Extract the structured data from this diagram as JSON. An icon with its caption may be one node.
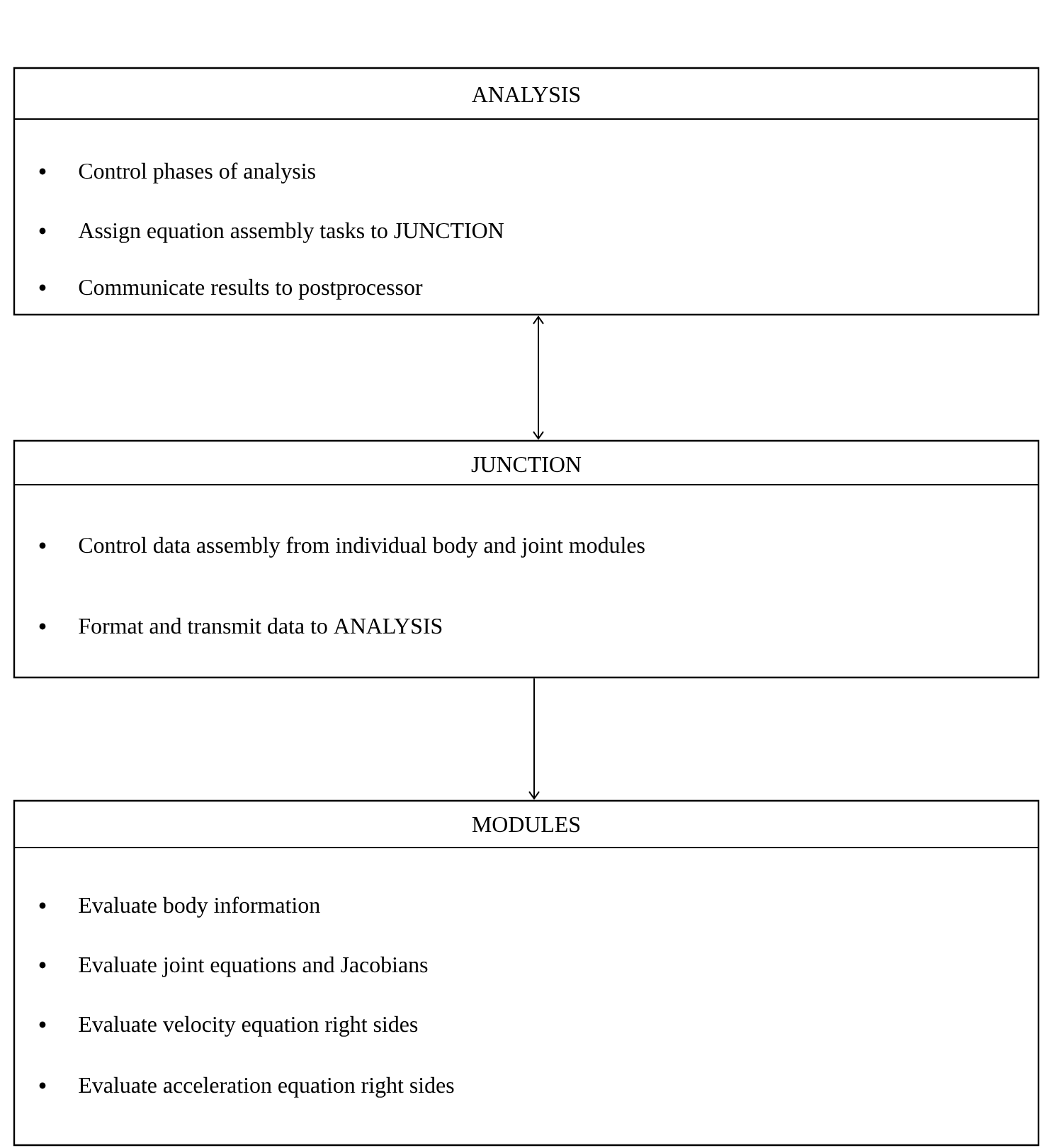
{
  "diagram": {
    "nodes": [
      {
        "text": [
          "ANALYSIS",
          "Control phases of analysis",
          "Assign equation assembly tasks to JUNCTION",
          "Communicate results to postprocessor"
        ]
      },
      {
        "text": [
          "JUNCTION",
          "Control data assembly from individual body and joint modules",
          "Format and transmit data to ANALYSIS"
        ]
      },
      {
        "text": [
          "MODULES",
          "Evaluate body information",
          "Evaluate joint equations and Jacobians",
          "Evaluate velocity equation right sides",
          "Evaluate acceleration equation right sides"
        ]
      }
    ],
    "edges": [
      {
        "from": 0,
        "to": 1,
        "arrow": "both"
      },
      {
        "from": 1,
        "to": 2,
        "arrow": "to"
      }
    ]
  }
}
